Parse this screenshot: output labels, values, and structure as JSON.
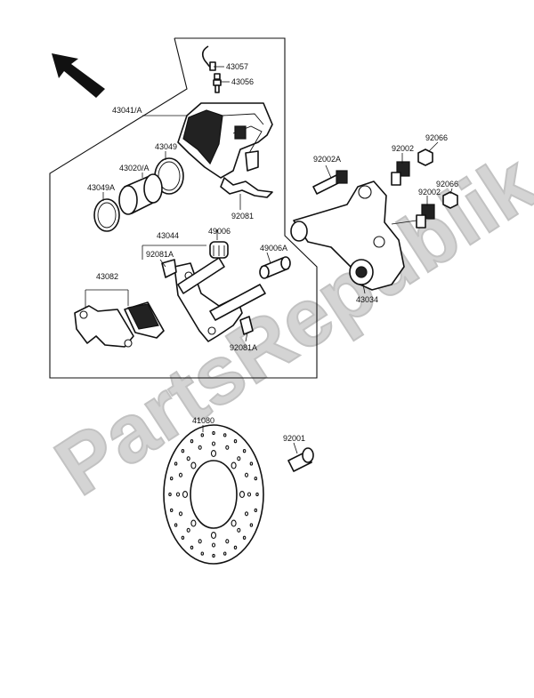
{
  "watermark": {
    "text": "PartsRepublik"
  },
  "parts": {
    "p43057": "43057",
    "p43056": "43056",
    "p43041A": "43041/A",
    "p43049": "43049",
    "p43020A": "43020/A",
    "p43049A": "43049A",
    "p92081": "92081",
    "p43044": "43044",
    "p49006": "49006",
    "p92081A_top": "92081A",
    "p49006A": "49006A",
    "p43082": "43082",
    "p92081A_bottom": "92081A",
    "p92002A": "92002A",
    "p92002_top": "92002",
    "p92066_top": "92066",
    "p92066_mid": "92066",
    "p92002_mid": "92002",
    "p43034": "43034",
    "p41080": "41080",
    "p92001": "92001"
  },
  "icons": {
    "front_arrow": "arrow-up-left-icon"
  }
}
